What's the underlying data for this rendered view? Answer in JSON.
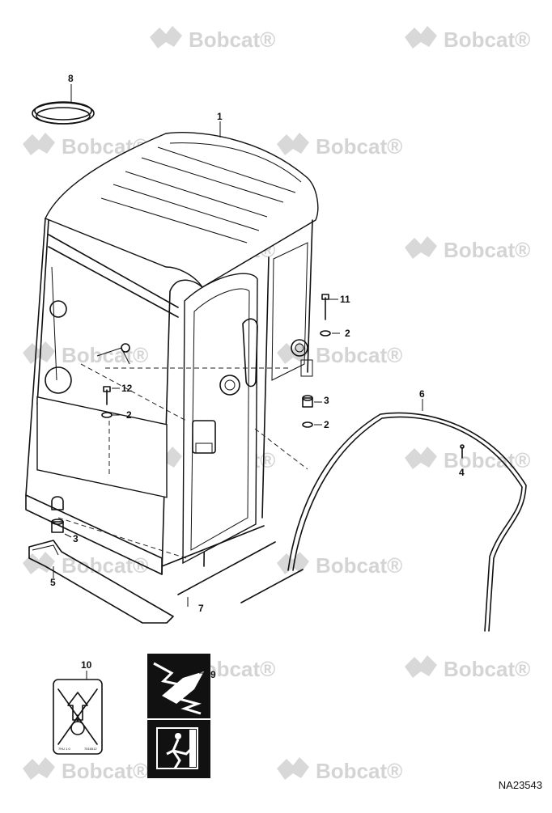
{
  "figure_id": "NA23543",
  "watermark": {
    "text": "Bobcat",
    "mark": "®"
  },
  "callouts": {
    "c1": "1",
    "c2a": "2",
    "c2b": "2",
    "c2c": "2",
    "c3a": "3",
    "c3b": "3",
    "c4": "4",
    "c5": "5",
    "c6": "6",
    "c7": "7",
    "c8": "8",
    "c9": "9",
    "c10": "10",
    "c11": "11",
    "c12": "12"
  },
  "decal_10": {
    "small_text_left": "7HU 1.0",
    "small_text_right": "7516512"
  },
  "icons": [
    "bobcat-logo-icon",
    "no-lift-decal-icon",
    "emergency-exit-decal-icon",
    "break-glass-icon"
  ]
}
